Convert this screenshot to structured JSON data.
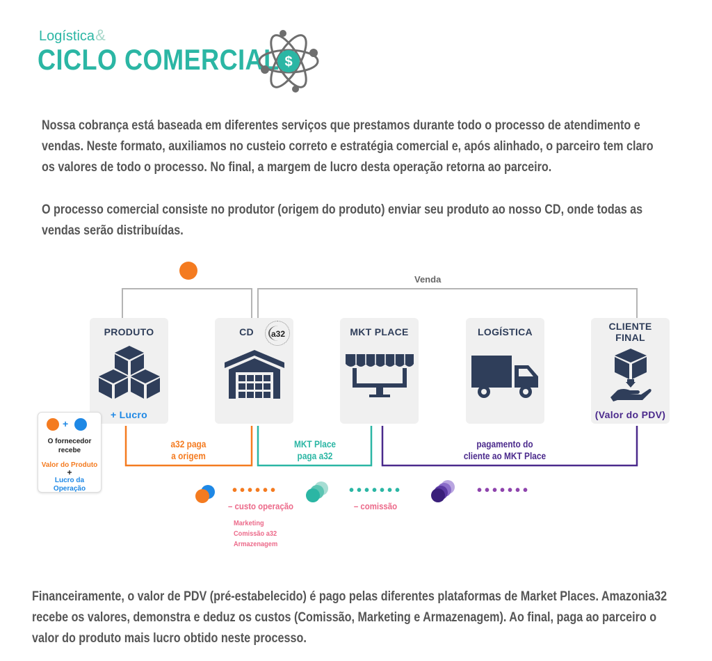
{
  "header": {
    "title_small": "Logística",
    "title_amp": "&",
    "title_big": "CICLO COMERCIAL",
    "atom_symbol": "$"
  },
  "intro": {
    "lines": [
      "Nossa cobrança está baseada em diferentes serviços que prestamos durante todo o processo de atendimento e",
      "vendas. Neste formato, auxiliamos no custeio correto e estratégia comercial e, após alinhado, o parceiro tem claro",
      "os valores de todo o processo. No final, a margem de lucro desta operação retorna ao parceiro."
    ],
    "lines2": [
      "O processo comercial consiste no produtor (origem do produto) enviar seu produto ao nosso CD, onde todas as",
      "vendas serão distribuídas."
    ]
  },
  "diagram": {
    "venda_label": "Venda",
    "cards": {
      "produto": {
        "title": "PRODUTO",
        "sub": "+ Lucro"
      },
      "cd": {
        "title": "CD",
        "logo": "a32"
      },
      "mkt": {
        "title": "MKT PLACE"
      },
      "logistica": {
        "title": "LOGÍSTICA"
      },
      "cliente": {
        "title_l1": "CLIENTE",
        "title_l2": "FINAL",
        "sub": "(Valor do PDV)"
      }
    },
    "flows": {
      "a32_l1": "a32 paga",
      "a32_l2": "a origem",
      "mkt_l1": "MKT Place",
      "mkt_l2": "paga a32",
      "pag_l1": "pagamento do",
      "pag_l2": "cliente ao MKT Place"
    },
    "deductions": {
      "custo": "– custo operação",
      "custo_items": [
        "Marketing",
        "Comissão a32",
        "Armazenagem"
      ],
      "comissao": "– comissão"
    },
    "bubble": {
      "plus": "+",
      "l1": "O fornecedor",
      "l2": "recebe",
      "v1": "Valor do Produto",
      "plus2": "+",
      "v2": "Lucro da Operação"
    },
    "colors": {
      "orange": "#f47b20",
      "teal": "#2bb6a4",
      "purple": "#4b2a8c",
      "blue": "#1e88e5",
      "pink": "#ec6a8a",
      "navy": "#2f3e5a",
      "violet": "#8e44ad"
    }
  },
  "footer": {
    "lines": [
      "Financeiramente, o valor de PDV (pré-estabelecido) é pago pelas diferentes plataformas de Market Places. Amazonia32",
      "recebe os valores, demonstra e deduz os custos (Comissão, Marketing e Armazenagem). Ao final, paga ao parceiro o",
      "valor do produto mais lucro obtido neste processo."
    ]
  }
}
